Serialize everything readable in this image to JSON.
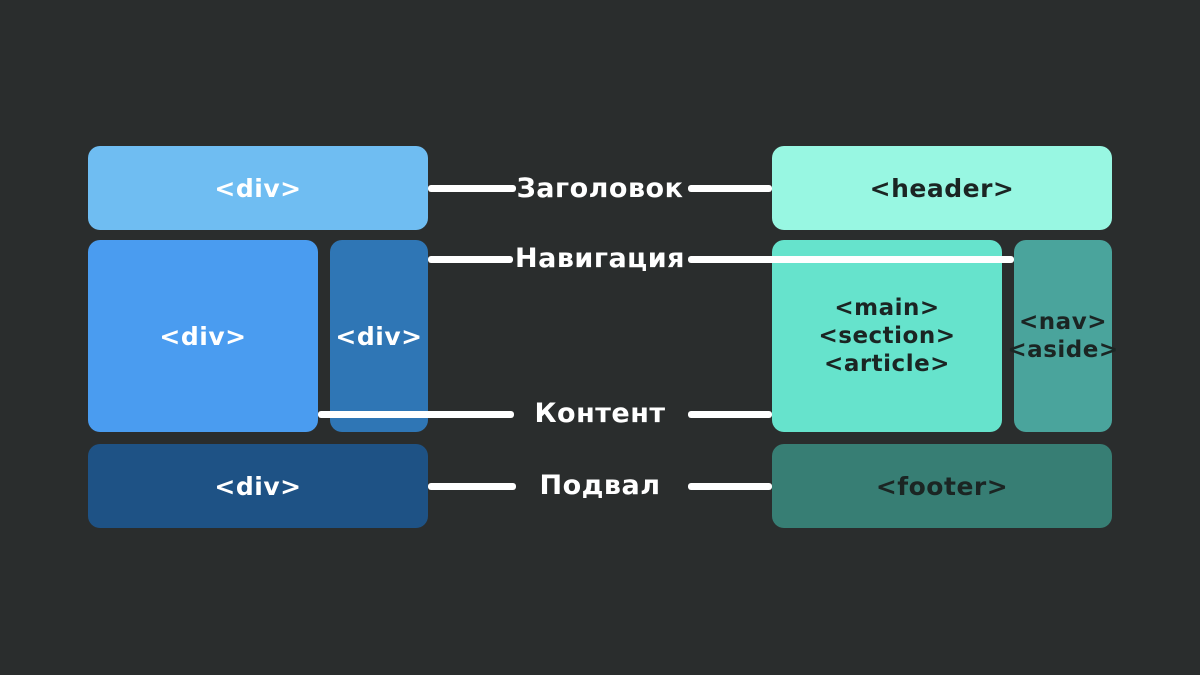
{
  "palette": {
    "background": "#2a2d2d",
    "connector": "#ffffff",
    "left_text": "#ffffff",
    "right_text": "#1b2523",
    "left_header_bg": "#6fbdf2",
    "left_content_bg": "#4a9cf0",
    "left_sidebar_bg": "#2f76b5",
    "left_footer_bg": "#1e5285",
    "right_header_bg": "#98f7e2",
    "right_main_bg": "#66e3cc",
    "right_aside_bg": "#4aa49c",
    "right_footer_bg": "#377e74"
  },
  "left_diagram": {
    "header_label": "<div>",
    "content_label": "<div>",
    "sidebar_label": "<div>",
    "footer_label": "<div>"
  },
  "row_labels": {
    "header": "Заголовок",
    "navigation": "Навигация",
    "content": "Контент",
    "footer": "Подвал"
  },
  "right_diagram": {
    "header_label": "<header>",
    "main_lines": [
      "<main>",
      "<section>",
      "<article>"
    ],
    "aside_lines": [
      "<nav>",
      "<aside>"
    ],
    "footer_label": "<footer>"
  }
}
